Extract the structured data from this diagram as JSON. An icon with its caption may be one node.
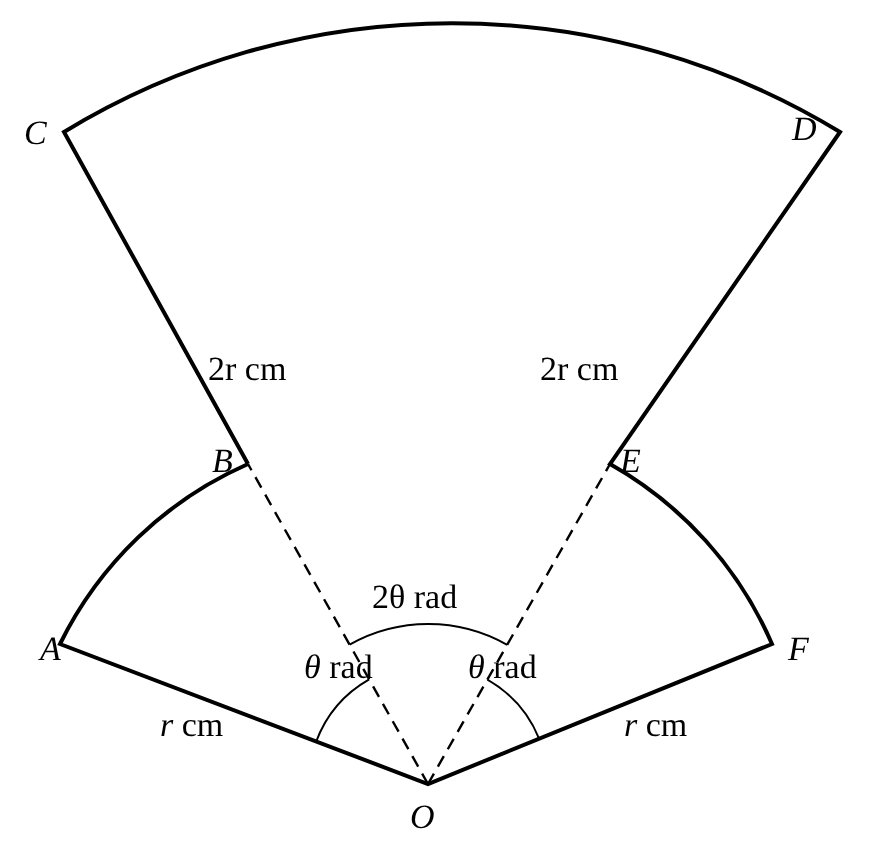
{
  "diagram": {
    "labels": [
      "C",
      "D",
      "2r cm",
      "2r cm",
      "B",
      "E",
      "2θ rad",
      "A",
      "*θ* rad",
      "*θ* rad",
      "F",
      "*r* cm",
      "*r* cm",
      "O"
    ]
  }
}
